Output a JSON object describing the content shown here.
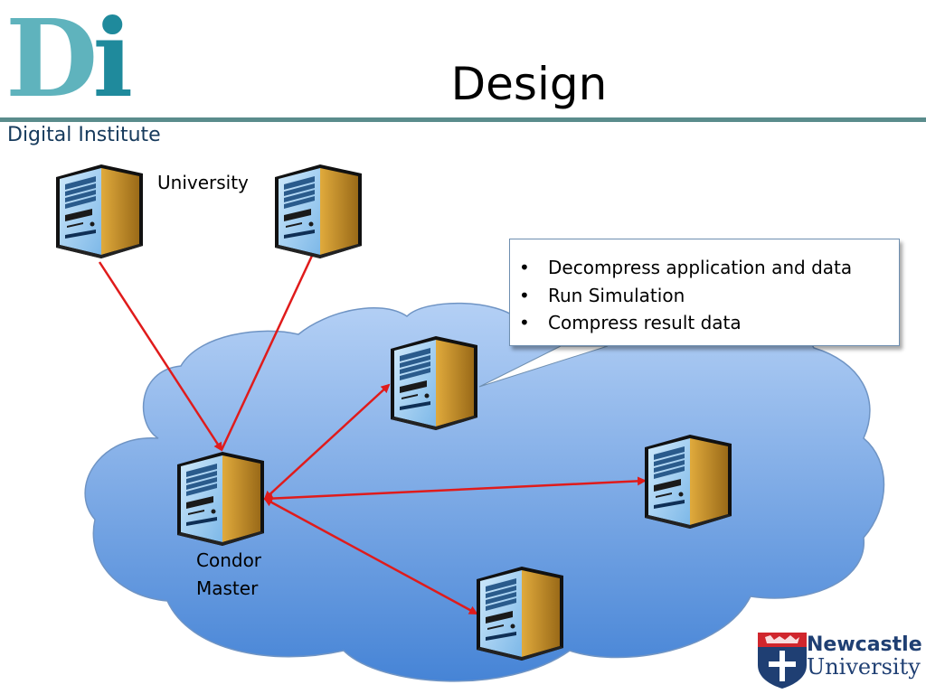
{
  "header": {
    "logo_letters": {
      "d": "D",
      "i": "i"
    },
    "logo_subtitle": "Digital Institute",
    "title": "Design"
  },
  "labels": {
    "university": "University",
    "condor_line1": "Condor",
    "condor_line2": "Master"
  },
  "callout": {
    "items": [
      "Decompress application and data",
      "Run Simulation",
      "Compress result data"
    ]
  },
  "footer_logo": {
    "line1": "Newcastle",
    "line2": "University"
  },
  "colors": {
    "arrow": "#e01b1b",
    "cloud_top": "#a9c8f2",
    "cloud_bottom": "#4a86d8",
    "server_face": "#9fd0f4",
    "server_side": "#c8902a"
  },
  "icons": [
    "server-icon",
    "cloud-shape",
    "arrow"
  ]
}
